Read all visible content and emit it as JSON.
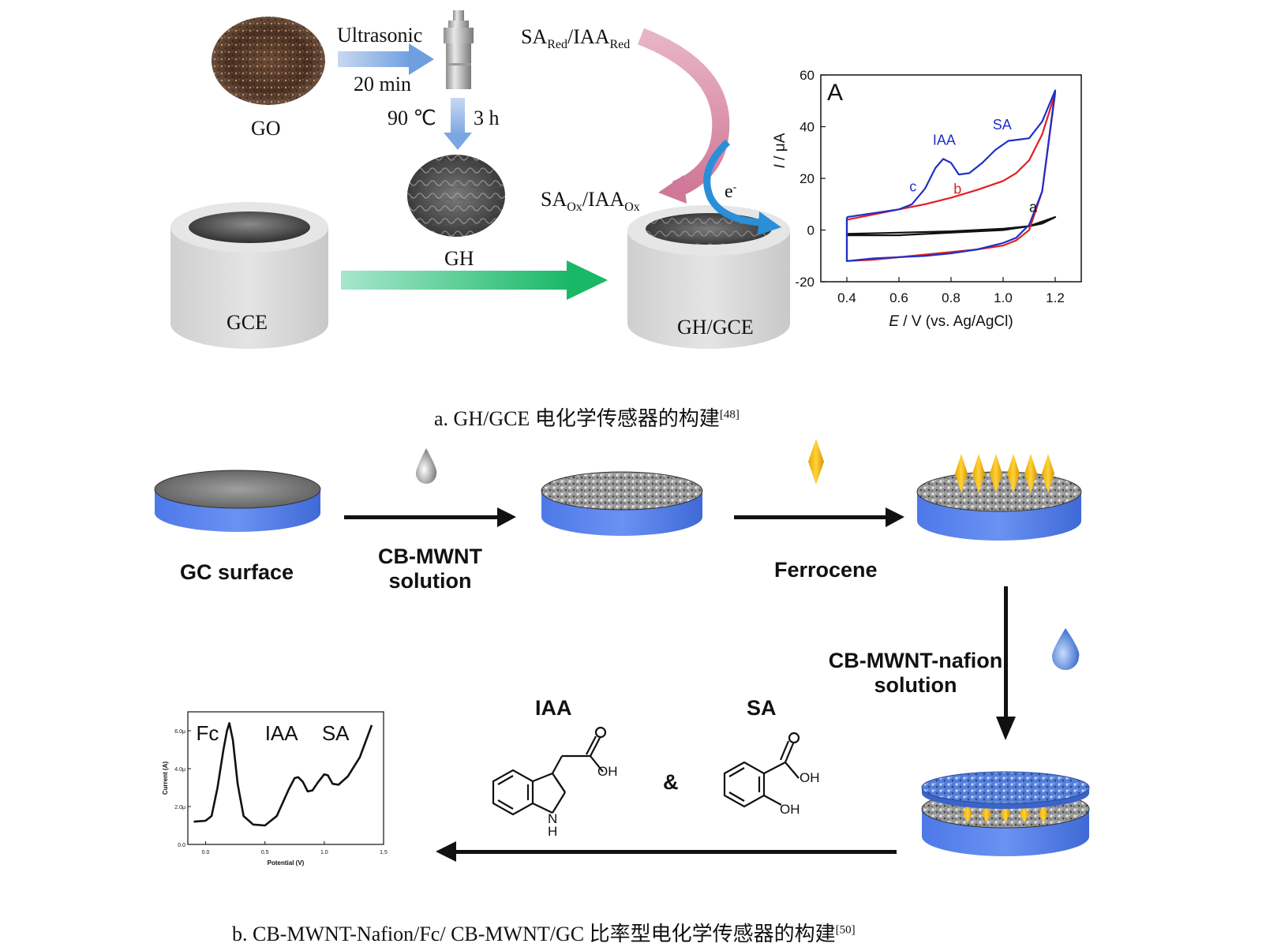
{
  "panel_a": {
    "go_label": "GO",
    "step1_label": "Ultrasonic",
    "step1_time": "20 min",
    "step2_temp": "90 ℃",
    "step2_time": "3 h",
    "gh_label": "GH",
    "gce_label": "GCE",
    "ghgce_label": "GH/GCE",
    "sa_red": "SA",
    "sa_red_sub": "Red",
    "iaa_red": "/IAA",
    "iaa_red_sub": "Red",
    "sa_ox": "SA",
    "sa_ox_sub": "Ox",
    "iaa_ox": "/IAA",
    "iaa_ox_sub": "Ox",
    "electron": "e",
    "electron_sup": "-",
    "caption": "a. GH/GCE 电化学传感器的构建",
    "caption_ref": "[48]"
  },
  "panel_b": {
    "gc_surface": "GC surface",
    "cbmwnt_line1": "CB-MWNT",
    "cbmwnt_line2": "solution",
    "ferrocene": "Ferrocene",
    "nafion_line1": "CB-MWNT-nafion",
    "nafion_line2": "solution",
    "iaa": "IAA",
    "sa": "SA",
    "ampersand": "&",
    "oh": "OH",
    "nh": "N",
    "h": "H",
    "caption": "b. CB-MWNT-Nafion/Fc/ CB-MWNT/GC 比率型电化学传感器的构建",
    "caption_ref": "[50]"
  },
  "chart_data": [
    {
      "type": "line",
      "panel_letter": "A",
      "xlabel_var": "E",
      "xlabel_rest": " / V (vs. Ag/AgCl)",
      "ylabel_var": "I",
      "ylabel_rest": " / μA",
      "xlim": [
        0.3,
        1.3
      ],
      "ylim": [
        -20,
        60
      ],
      "xticks": [
        "0.4",
        "0.6",
        "0.8",
        "1.0",
        "1.2"
      ],
      "yticks": [
        "-20",
        "0",
        "20",
        "40",
        "60"
      ],
      "annotations": [
        "IAA",
        "SA"
      ],
      "series": [
        {
          "name": "a",
          "color": "#111111",
          "x": [
            0.4,
            0.6,
            0.8,
            1.0,
            1.1,
            1.15,
            1.2,
            1.1,
            1.0,
            0.8,
            0.6,
            0.4,
            0.4
          ],
          "y": [
            -1.5,
            -1,
            -0.5,
            0.5,
            1.5,
            2.5,
            5,
            1.5,
            0,
            -1,
            -2,
            -2,
            -1.5
          ]
        },
        {
          "name": "b",
          "color": "#e02020",
          "x": [
            0.4,
            0.5,
            0.6,
            0.7,
            0.8,
            0.9,
            1.0,
            1.05,
            1.1,
            1.15,
            1.2,
            1.15,
            1.1,
            1.05,
            1.0,
            0.9,
            0.8,
            0.7,
            0.6,
            0.5,
            0.4,
            0.4
          ],
          "y": [
            4,
            6,
            8,
            10,
            12.5,
            15.5,
            19,
            22,
            27,
            37,
            53,
            15,
            0,
            -4,
            -6,
            -7.5,
            -8.5,
            -9.5,
            -10.5,
            -11.5,
            -12,
            4
          ]
        },
        {
          "name": "c",
          "color": "#2030c8",
          "x": [
            0.4,
            0.5,
            0.6,
            0.65,
            0.7,
            0.74,
            0.77,
            0.8,
            0.83,
            0.87,
            0.92,
            0.97,
            1.02,
            1.06,
            1.1,
            1.15,
            1.2,
            1.15,
            1.1,
            1.05,
            1.0,
            0.9,
            0.8,
            0.7,
            0.6,
            0.5,
            0.4,
            0.4
          ],
          "y": [
            5,
            6.5,
            8,
            10,
            16,
            24,
            27.5,
            26,
            21.5,
            22,
            26,
            31,
            34.5,
            35,
            35.5,
            42,
            54,
            15,
            2,
            -3,
            -5,
            -7.5,
            -9,
            -10,
            -10.5,
            -11,
            -12,
            5
          ]
        }
      ]
    },
    {
      "type": "line",
      "xlabel": "Potential (V)",
      "ylabel": "Current (A)",
      "xlim": [
        -0.15,
        1.5
      ],
      "ylim": [
        0,
        7
      ],
      "xticks": [
        "0.0",
        "0.5",
        "1.0",
        "1.5"
      ],
      "yticks": [
        "0.0",
        "2.0μ",
        "4.0μ",
        "6.0μ"
      ],
      "annotations": [
        "Fc",
        "IAA",
        "SA"
      ],
      "series": [
        {
          "color": "#111111",
          "x": [
            -0.1,
            0.0,
            0.05,
            0.1,
            0.15,
            0.18,
            0.2,
            0.23,
            0.27,
            0.32,
            0.4,
            0.5,
            0.6,
            0.7,
            0.75,
            0.78,
            0.82,
            0.86,
            0.9,
            0.95,
            1.0,
            1.03,
            1.07,
            1.12,
            1.2,
            1.3,
            1.4
          ],
          "y": [
            1.2,
            1.25,
            1.5,
            3.0,
            5.0,
            6.0,
            6.4,
            5.5,
            3.2,
            1.5,
            1.05,
            1.0,
            1.5,
            2.9,
            3.5,
            3.55,
            3.3,
            2.8,
            2.85,
            3.3,
            3.7,
            3.65,
            3.2,
            3.15,
            3.6,
            4.6,
            6.3
          ]
        }
      ]
    }
  ]
}
